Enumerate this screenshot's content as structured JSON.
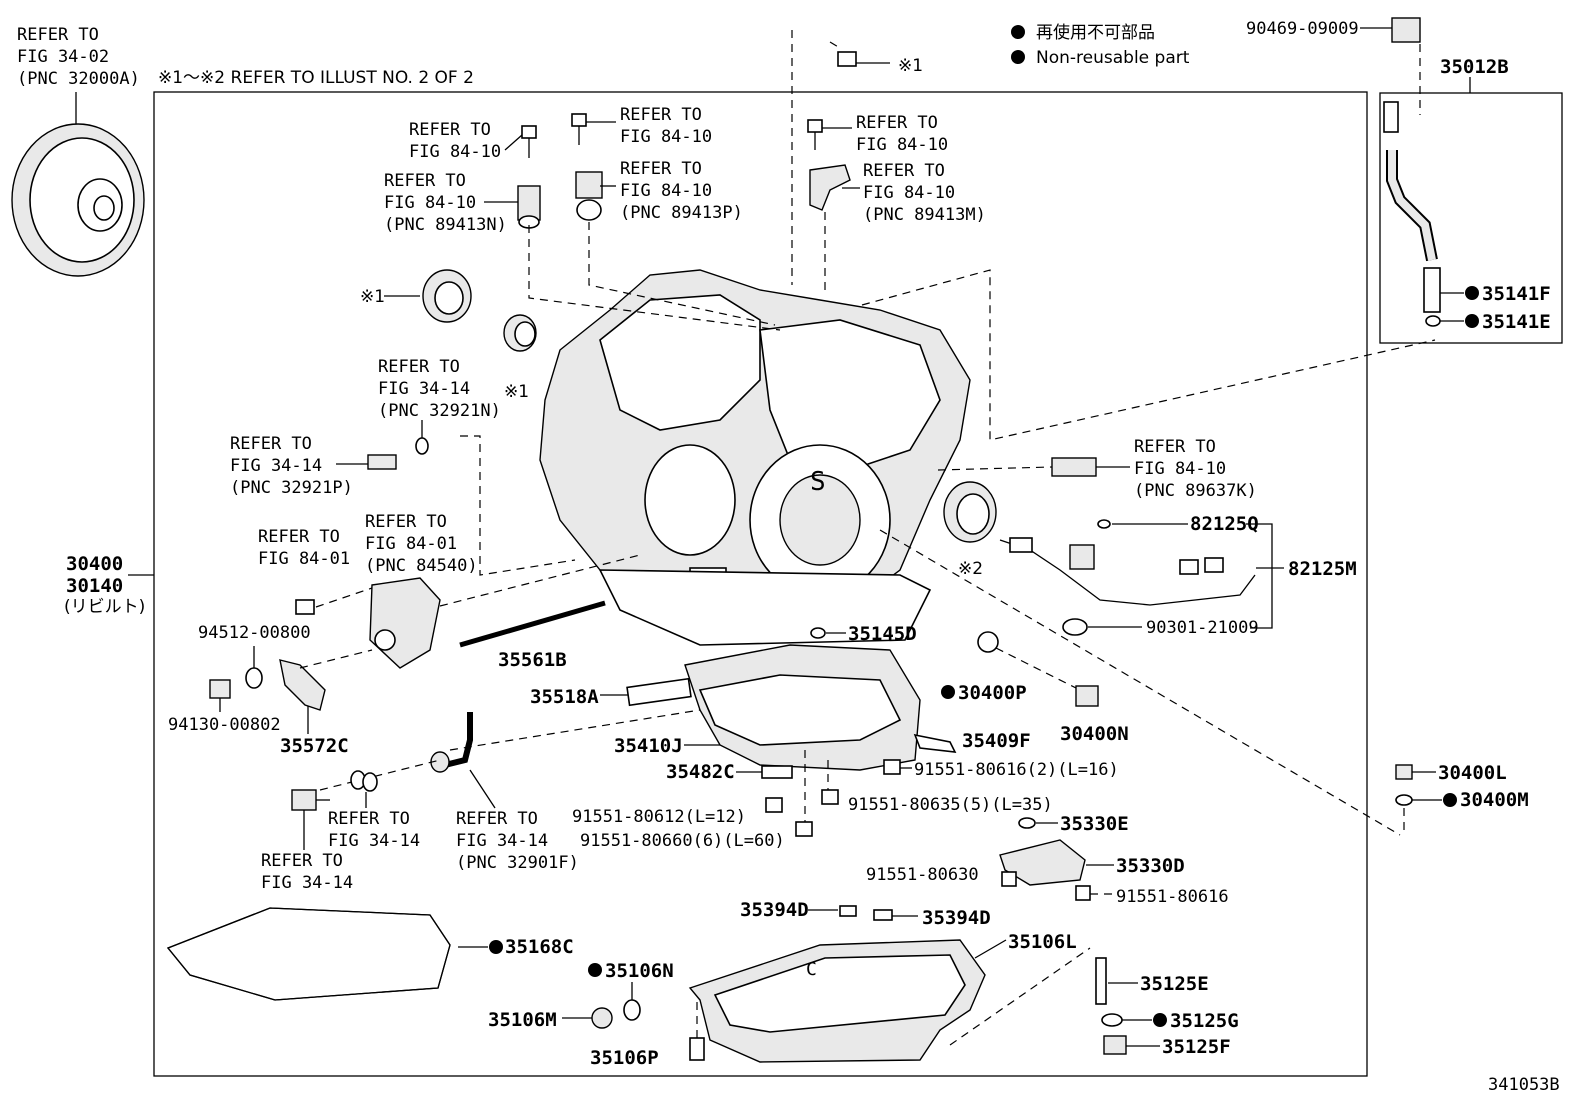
{
  "diagram_code": "341053B",
  "legend": {
    "jp": "再使用不可部品",
    "en": "Non-reusable part"
  },
  "note_top": "※1～※2 REFER TO ILLUST NO. 2 OF 2",
  "mark1": "※1",
  "mark2": "※2",
  "refs": {
    "torque_conv": [
      "REFER TO",
      "FIG 34-02",
      "(PNC 32000A)"
    ],
    "r1": [
      "REFER TO",
      "FIG 84-10"
    ],
    "r2": [
      "REFER TO",
      "FIG 84-10",
      "(PNC 89413N)"
    ],
    "r3": [
      "REFER TO",
      "FIG 84-10"
    ],
    "r4": [
      "REFER TO",
      "FIG 84-10",
      "(PNC 89413P)"
    ],
    "r5": [
      "REFER TO",
      "FIG 84-10"
    ],
    "r6": [
      "REFER TO",
      "FIG 84-10",
      "(PNC 89413M)"
    ],
    "r7": [
      "REFER TO",
      "FIG 34-14",
      "(PNC 32921N)"
    ],
    "r8": [
      "REFER TO",
      "FIG 34-14",
      "(PNC 32921P)"
    ],
    "r9": [
      "REFER TO",
      "FIG 84-01"
    ],
    "r10": [
      "REFER TO",
      "FIG 84-01",
      "(PNC 84540)"
    ],
    "r11": [
      "REFER TO",
      "FIG 84-10",
      "(PNC 89637K)"
    ],
    "r12": [
      "REFER TO",
      "FIG 34-14"
    ],
    "r13": [
      "REFER TO",
      "FIG 34-14",
      "(PNC 32901F)"
    ],
    "r14": [
      "REFER TO",
      "FIG 34-14"
    ]
  },
  "parts": {
    "p90469": "90469-09009",
    "p35012B": "35012B",
    "p35141F": "35141F",
    "p35141E": "35141E",
    "p30400": "30400",
    "p30140": "30140",
    "rebuilt": "(リビルト)",
    "p82125Q": "82125Q",
    "p82125M": "82125M",
    "p90301": "90301-21009",
    "p94512": "94512-00800",
    "p94130": "94130-00802",
    "p35572C": "35572C",
    "p35561B": "35561B",
    "p35145D": "35145D",
    "p35518A": "35518A",
    "p30400P": "30400P",
    "p30400N": "30400N",
    "p35410J": "35410J",
    "p35409F": "35409F",
    "p35482C": "35482C",
    "p91551_80616_2": "91551-80616(2)(L=16)",
    "p91551_80612": "91551-80612(L=12)",
    "p91551_80635": "91551-80635(5)(L=35)",
    "p91551_80660": "91551-80660(6)(L=60)",
    "p30400L": "30400L",
    "p30400M": "30400M",
    "p35330E": "35330E",
    "p35330D": "35330D",
    "p91551_80630": "91551-80630",
    "p91551_80616": "91551-80616",
    "p35394D_a": "35394D",
    "p35394D_b": "35394D",
    "p35168C": "35168C",
    "p35106N": "35106N",
    "p35106L": "35106L",
    "p35106M": "35106M",
    "p35106P": "35106P",
    "p35125E": "35125E",
    "p35125G": "35125G",
    "p35125F": "35125F"
  }
}
